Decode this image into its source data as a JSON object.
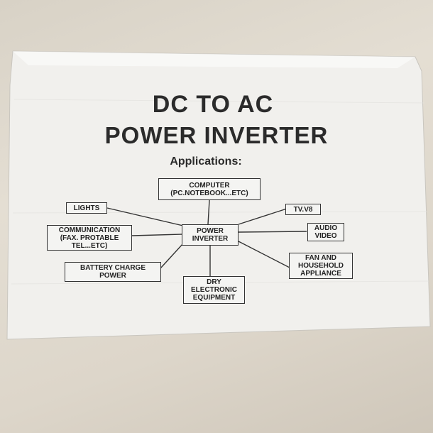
{
  "document": {
    "title_line1": "DC TO AC",
    "title_line2": "POWER INVERTER",
    "applications_heading": "Applications:"
  },
  "diagram": {
    "center": {
      "line1": "POWER",
      "line2": "INVERTER"
    },
    "computer": {
      "line1": "COMPUTER",
      "line2": "(PC.NOTEBOOK...ETC)"
    },
    "lights": {
      "line1": "LIGHTS"
    },
    "communication": {
      "line1": "COMMUNICATION",
      "line2": "(FAX. PROTABLE",
      "line3": "TEL...ETC)"
    },
    "battery": {
      "line1": "BATTERY CHARGE",
      "line2": "POWER"
    },
    "dry": {
      "line1": "DRY",
      "line2": "ELECTRONIC",
      "line3": "EQUIPMENT"
    },
    "tv": {
      "line1": "TV.V8"
    },
    "audio": {
      "line1": "AUDIO",
      "line2": "VIDEO"
    },
    "fan": {
      "line1": "FAN AND",
      "line2": "HOUSEHOLD",
      "line3": "APPLIANCE"
    }
  }
}
